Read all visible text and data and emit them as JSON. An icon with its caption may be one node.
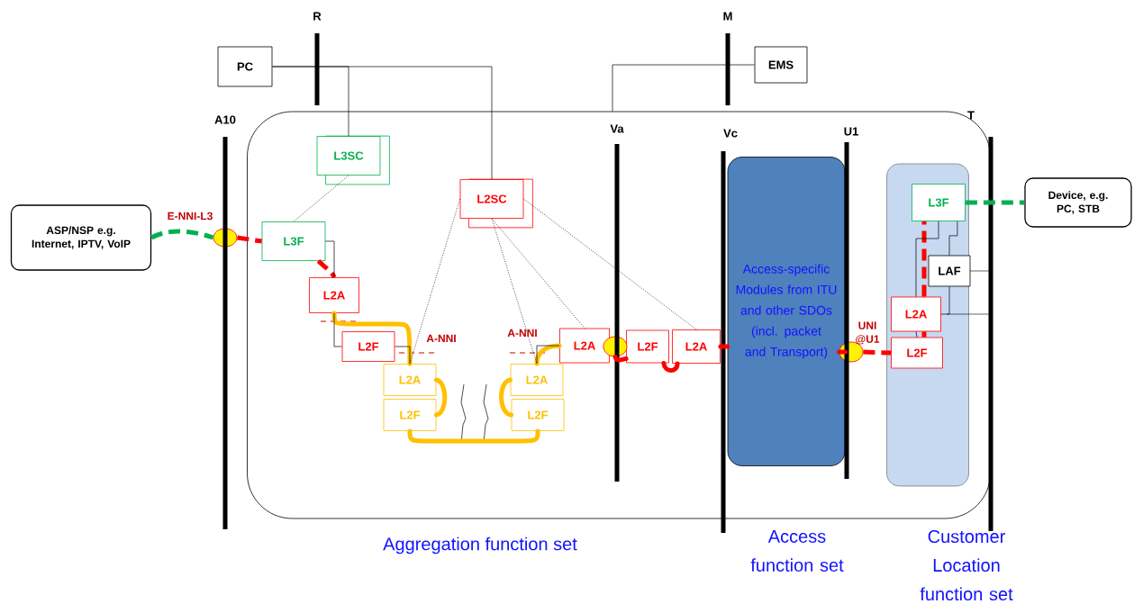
{
  "diagram": {
    "nodes": [
      {
        "text": [
          "ASP/NSP e.g. Internet, IPTV, VoIP"
        ]
      },
      {
        "text": [
          "PC"
        ]
      },
      {
        "text": [
          "EMS"
        ]
      },
      {
        "text": [],
        "shape": "box"
      },
      {
        "text": [
          "L3SC"
        ],
        "in": 3
      },
      {
        "text": [
          "L2SC"
        ],
        "in": 3
      },
      {
        "text": [
          "L3F"
        ],
        "in": 3
      },
      {
        "text": [
          "L2A"
        ],
        "in": 3
      },
      {
        "text": [
          "L2F"
        ],
        "in": 3
      },
      {
        "text": [
          "L2A"
        ],
        "in": 3
      },
      {
        "text": [
          "L2F"
        ],
        "in": 3
      },
      {
        "text": [
          "L2A"
        ],
        "in": 3
      },
      {
        "text": [
          "L2F"
        ],
        "in": 3
      },
      {
        "text": [
          "L2A"
        ],
        "in": 3
      },
      {
        "text": [
          "L2F"
        ],
        "in": 3
      },
      {
        "text": [
          "L2A"
        ],
        "in": 3
      },
      {
        "text": [
          "Access-specific Modules from ITU and other SDOs (incl. packet and Transport)"
        ],
        "in": 3
      },
      {
        "text": [],
        "shape": "box",
        "in": 3
      },
      {
        "text": [
          "L3F"
        ],
        "in": 17
      },
      {
        "text": [
          "LAF"
        ],
        "in": 17
      },
      {
        "text": [
          "L2A"
        ],
        "in": 17
      },
      {
        "text": [
          "L2F"
        ],
        "in": 17
      },
      {
        "text": [
          "Device, e.g. PC, STB"
        ]
      },
      {
        "text": [],
        "shape": "ellipse"
      },
      {
        "text": [],
        "shape": "ellipse",
        "in": 3
      },
      {
        "text": [],
        "shape": "ellipse",
        "in": 3
      }
    ],
    "edges": [
      {
        "from": 0,
        "to": 23,
        "arrow": "none",
        "style": "dashed",
        "color": "#00b050"
      },
      {
        "from": 23,
        "to": 6,
        "arrow": "none",
        "style": "dashed",
        "color": "#ff0000"
      },
      {
        "from": 6,
        "to": 7,
        "arrow": "none",
        "style": "dashed",
        "color": "#ff0000"
      },
      {
        "from": 7,
        "to": 9,
        "arrow": "none",
        "style": "thick",
        "color": "#ffc000"
      },
      {
        "from": 9,
        "to": 10,
        "arrow": "none",
        "style": "thick",
        "color": "#ffc000"
      },
      {
        "from": 10,
        "to": 12,
        "arrow": "none",
        "style": "thick",
        "color": "#ffc000"
      },
      {
        "from": 12,
        "to": 11,
        "arrow": "none",
        "style": "thick",
        "color": "#ffc000"
      },
      {
        "from": 11,
        "to": 13,
        "arrow": "none",
        "style": "thick",
        "color": "#ffc000"
      },
      {
        "from": 24,
        "to": 14,
        "arrow": "none",
        "style": "thick",
        "color": "#ff0000"
      },
      {
        "from": 14,
        "to": 15,
        "arrow": "none",
        "style": "thick",
        "color": "#ff0000"
      },
      {
        "from": 15,
        "to": 16,
        "arrow": "none",
        "style": "thick",
        "color": "#ff0000"
      },
      {
        "from": 16,
        "to": 25,
        "arrow": "none",
        "style": "thick",
        "color": "#ff0000"
      },
      {
        "from": 25,
        "to": 21,
        "arrow": "none",
        "style": "dashed",
        "color": "#ff0000"
      },
      {
        "from": 21,
        "to": 20,
        "arrow": "none",
        "style": "dashed",
        "color": "#ff0000"
      },
      {
        "from": 20,
        "to": 18,
        "arrow": "none",
        "style": "dashed",
        "color": "#ff0000"
      },
      {
        "from": 18,
        "to": 22,
        "arrow": "none",
        "style": "dashed",
        "color": "#00b050"
      },
      {
        "from": 1,
        "to": 4,
        "arrow": "none"
      },
      {
        "from": 1,
        "to": 5,
        "arrow": "none"
      },
      {
        "from": 2,
        "to": 3,
        "arrow": "none"
      },
      {
        "from": 4,
        "to": 6,
        "arrow": "none",
        "style": "dashed"
      },
      {
        "from": 5,
        "to": 9,
        "arrow": "none",
        "style": "dashed"
      },
      {
        "from": 5,
        "to": 11,
        "arrow": "none",
        "style": "dashed"
      },
      {
        "from": 5,
        "to": 13,
        "arrow": "none",
        "style": "dashed"
      },
      {
        "from": 5,
        "to": 15,
        "arrow": "none",
        "style": "dashed"
      },
      {
        "from": 6,
        "to": 7,
        "arrow": "none"
      },
      {
        "from": 7,
        "to": 8,
        "arrow": "none"
      },
      {
        "from": 8,
        "to": 9,
        "arrow": "none"
      },
      {
        "from": 13,
        "to": 11,
        "arrow": "none"
      },
      {
        "from": 18,
        "to": 20,
        "arrow": "none"
      },
      {
        "from": 18,
        "to": 19,
        "arrow": "none"
      },
      {
        "from": 19,
        "to": 20,
        "arrow": "none"
      },
      {
        "from": 20,
        "to": 21,
        "arrow": "none"
      }
    ],
    "labels": [
      "R",
      "M",
      "A10",
      "Va",
      "Vc",
      "U1",
      "T",
      "E-NNI-L3",
      "A-NNI",
      "A-NNI",
      "UNI @U1",
      "Aggregation function set",
      "Access function set",
      "Customer Location function set"
    ]
  }
}
